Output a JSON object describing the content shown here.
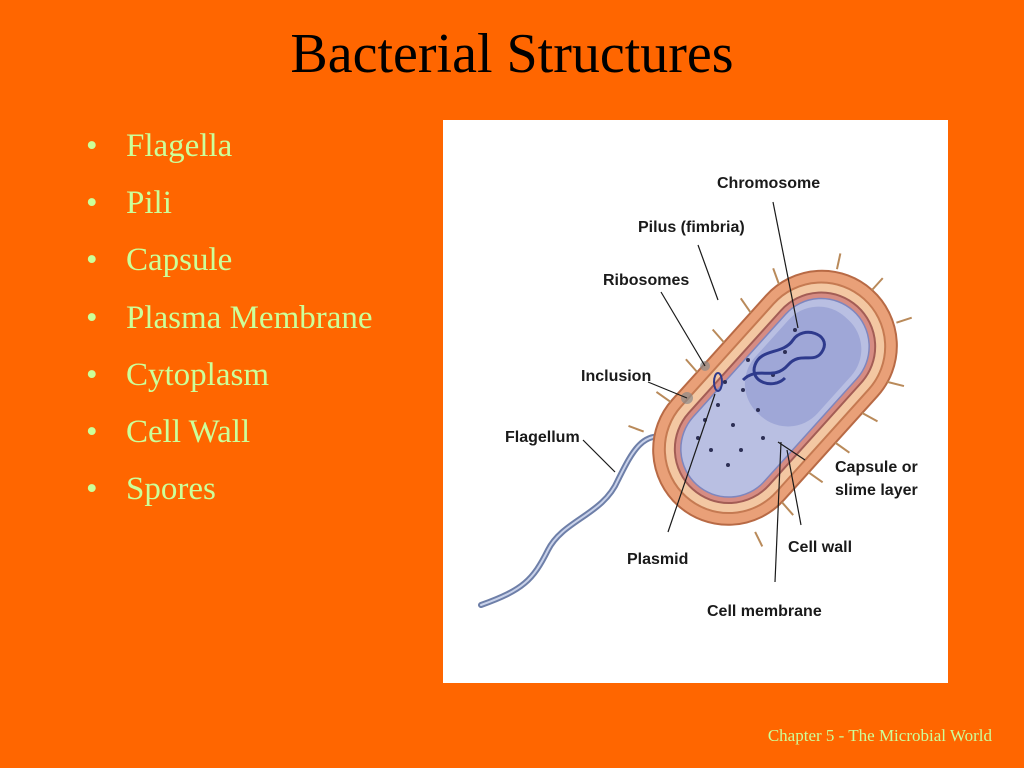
{
  "slide": {
    "title": "Bacterial Structures",
    "bullets": [
      "Flagella",
      "Pili",
      "Capsule",
      "Plasma Membrane",
      "Cytoplasm",
      "Cell Wall",
      "Spores"
    ],
    "footer": "Chapter 5 - The Microbial World",
    "colors": {
      "background": "#FF6600",
      "bullet_text": "#CCFF99",
      "title": "#000000"
    }
  },
  "diagram": {
    "labels": {
      "chromosome": "Chromosome",
      "pilus": "Pilus (fimbria)",
      "ribosomes": "Ribosomes",
      "inclusion": "Inclusion",
      "flagellum": "Flagellum",
      "capsule_line1": "Capsule or",
      "capsule_line2": "slime layer",
      "cell_wall": "Cell wall",
      "plasmid": "Plasmid",
      "cell_membrane": "Cell membrane"
    }
  }
}
